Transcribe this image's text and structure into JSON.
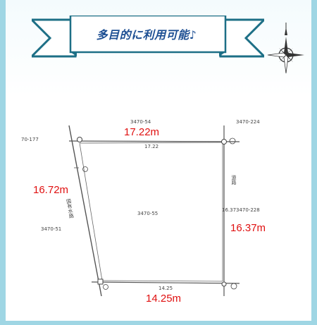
{
  "banner": {
    "text": "多目的に利用可能♪"
  },
  "icons": {
    "compass": "compass-rose-icon"
  },
  "parcels": {
    "top": "3470-54",
    "top_right": "3470-224",
    "top_left": "70-177",
    "center": "3470-55",
    "right": "3470-228",
    "left": "3470-51",
    "road": "道路",
    "waterway": "国有水路"
  },
  "dimensions": {
    "top": "17.22m",
    "left": "16.72m",
    "right": "16.37m",
    "bottom": "14.25m"
  },
  "colors": {
    "dimension": "#e01010",
    "banner_text": "#1d4f93",
    "frame": "#9fd6e4"
  }
}
